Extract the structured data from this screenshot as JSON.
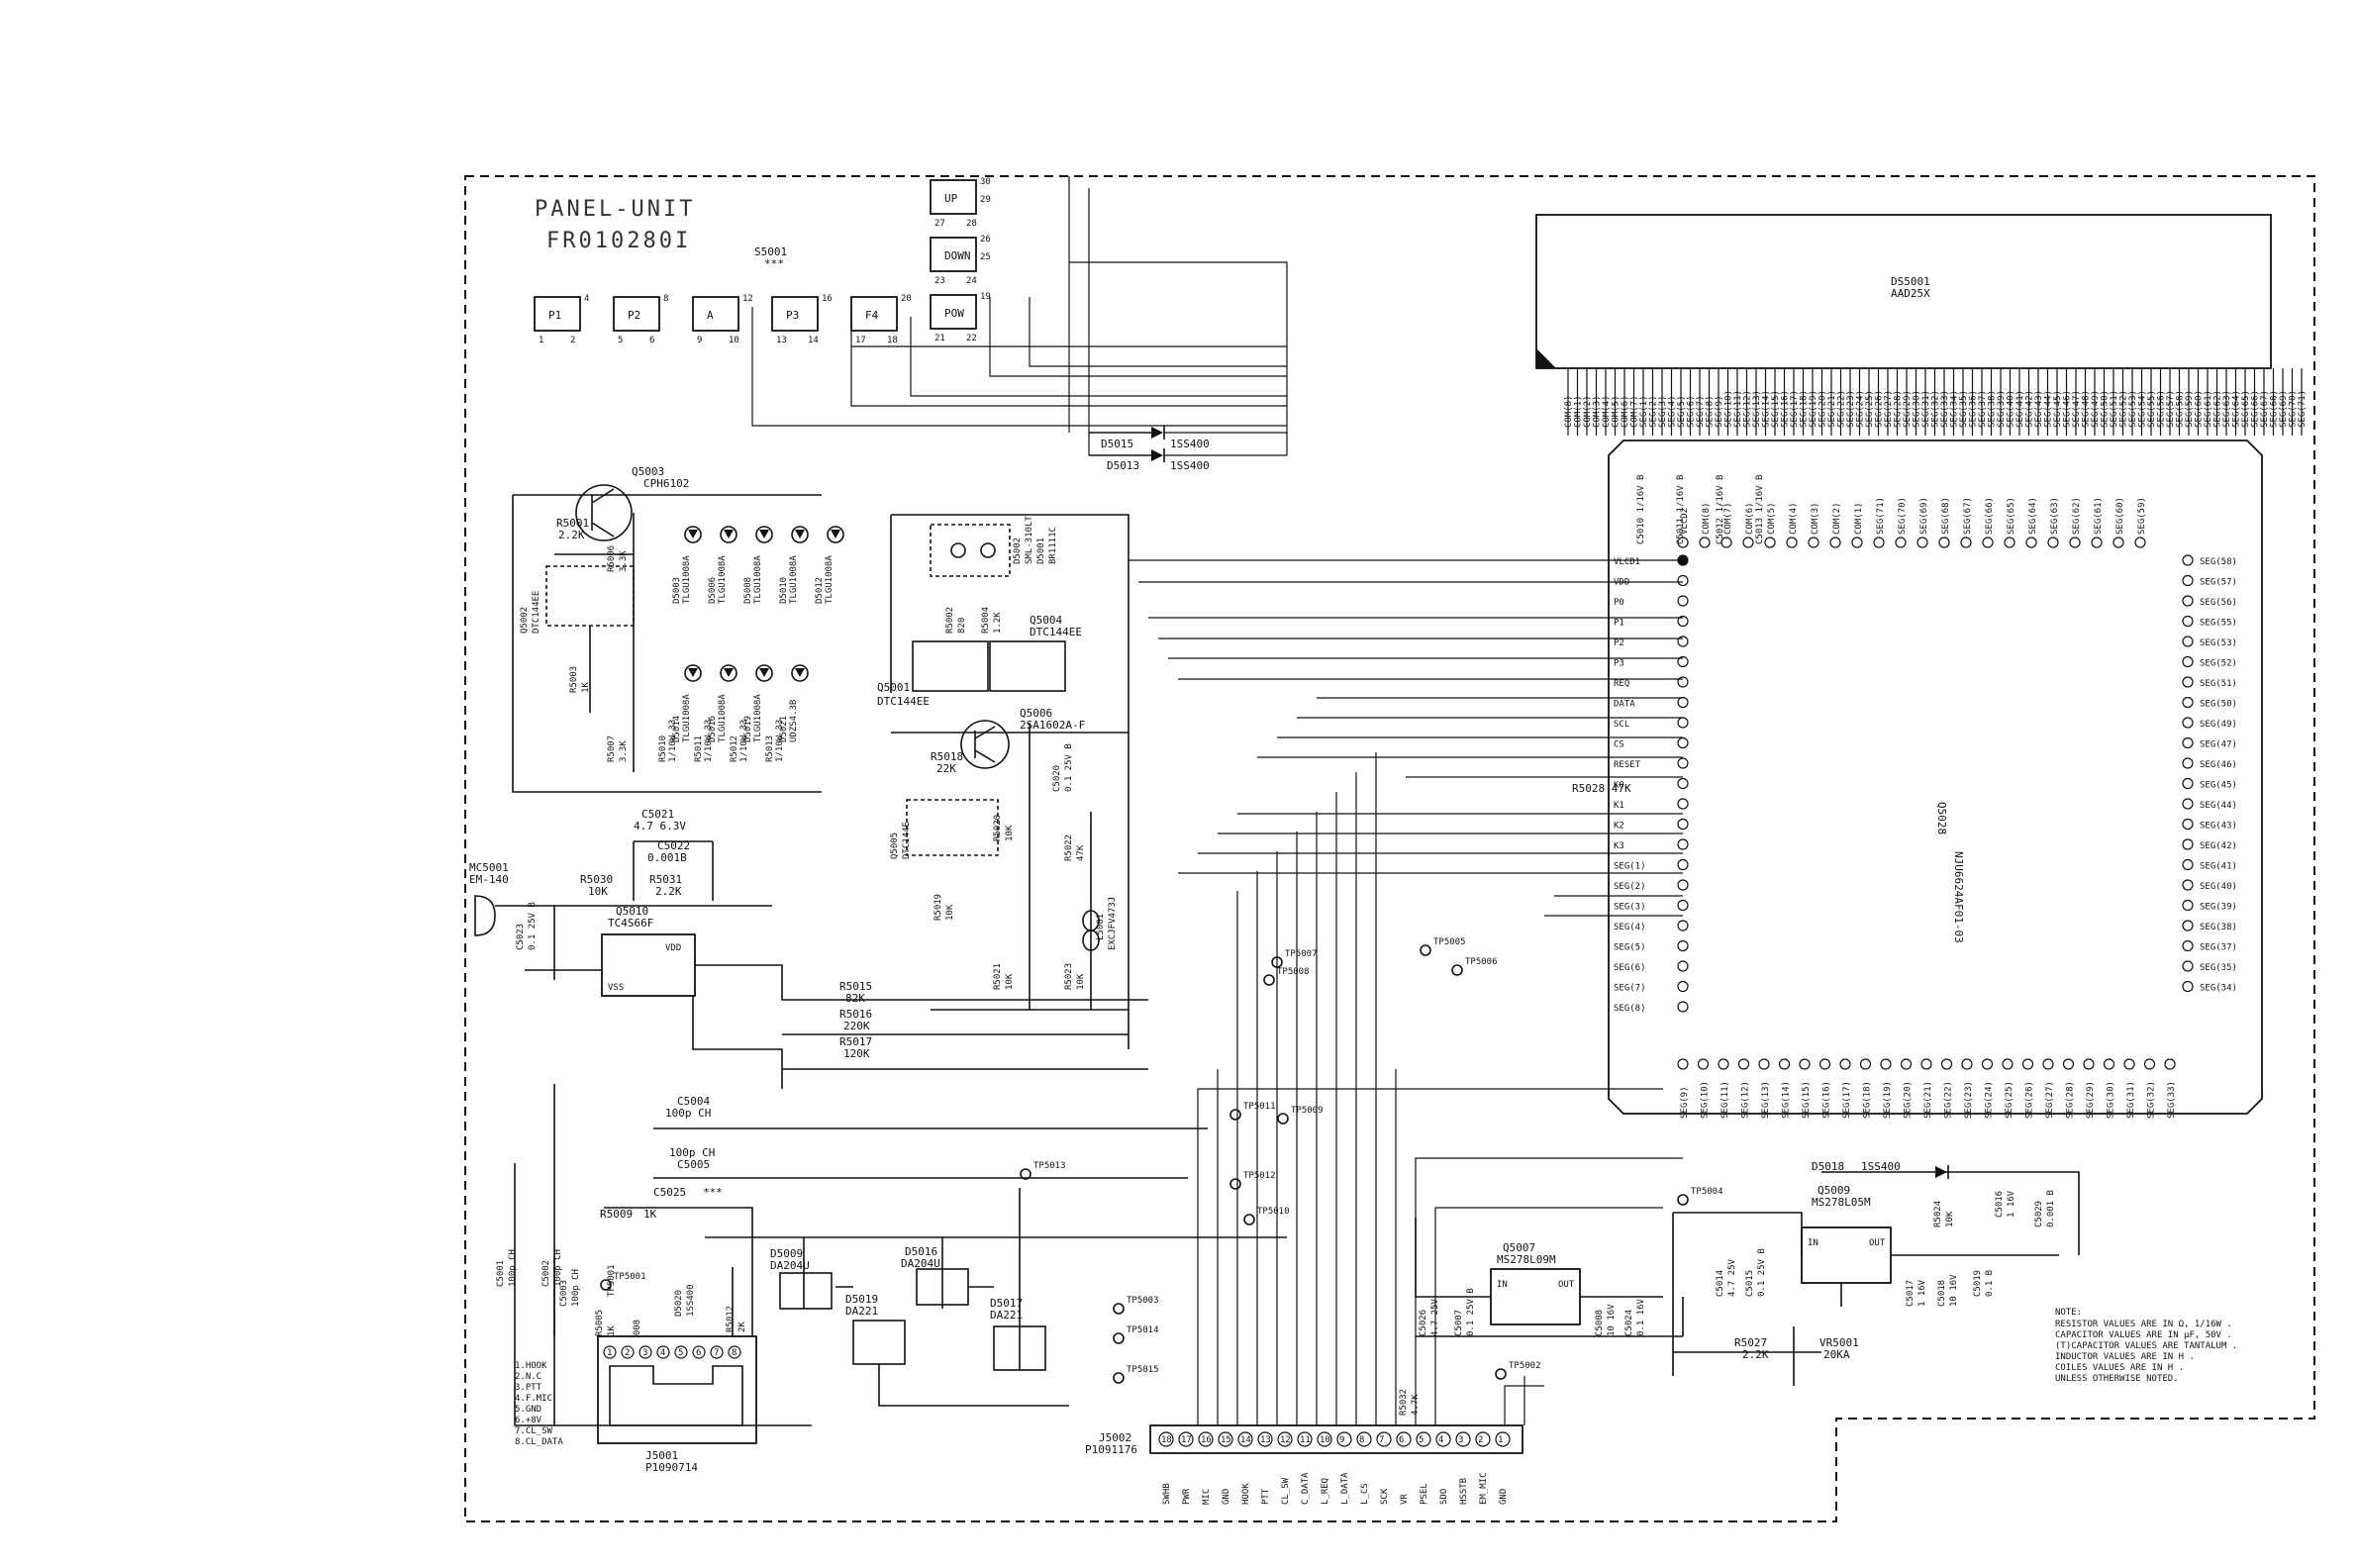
{
  "title": {
    "line1": "PANEL-UNIT",
    "line2": "FR010280I"
  },
  "switch_group": {
    "ref": "S5001",
    "stars": "***"
  },
  "keys": [
    {
      "label": "P1",
      "pins": [
        "1",
        "2",
        "4"
      ]
    },
    {
      "label": "P2",
      "pins": [
        "5",
        "6",
        "8"
      ]
    },
    {
      "label": "A",
      "pins": [
        "9",
        "10",
        "12"
      ]
    },
    {
      "label": "P3",
      "pins": [
        "13",
        "14",
        "16"
      ]
    },
    {
      "label": "F4",
      "pins": [
        "17",
        "18",
        "20"
      ]
    },
    {
      "label": "UP",
      "pins": [
        "27",
        "28",
        "30",
        "29"
      ]
    },
    {
      "label": "DOWN",
      "pins": [
        "23",
        "24",
        "26",
        "25"
      ]
    },
    {
      "label": "POW",
      "pins": [
        "21",
        "22",
        "19"
      ]
    }
  ],
  "display": {
    "ref": "DS5001",
    "part": "AAD25X",
    "com_pins": [
      "COM(8)",
      "COM(1)",
      "COM(2)",
      "COM(3)",
      "COM(4)",
      "COM(5)",
      "COM(6)",
      "COM(7)"
    ],
    "seg_pins": [
      "SEG(1)",
      "SEG(2)",
      "SEG(3)",
      "SEG(4)",
      "SEG(5)",
      "SEG(6)",
      "SEG(7)",
      "SEG(8)",
      "SEG(9)",
      "SEG(10)",
      "SEG(11)",
      "SEG(12)",
      "SEG(13)",
      "SEG(14)",
      "SEG(15)",
      "SEG(16)",
      "SEG(17)",
      "SEG(18)",
      "SEG(19)",
      "SEG(20)",
      "SEG(21)",
      "SEG(22)",
      "SEG(23)",
      "SEG(24)",
      "SEG(25)",
      "SEG(26)",
      "SEG(27)",
      "SEG(28)",
      "SEG(29)",
      "SEG(30)",
      "SEG(31)",
      "SEG(32)",
      "SEG(33)",
      "SEG(34)",
      "SEG(35)",
      "SEG(36)",
      "SEG(37)",
      "SEG(38)",
      "SEG(39)",
      "SEG(40)",
      "SEG(41)",
      "SEG(42)",
      "SEG(43)",
      "SEG(44)",
      "SEG(45)",
      "SEG(46)",
      "SEG(47)",
      "SEG(48)",
      "SEG(49)",
      "SEG(50)",
      "SEG(51)",
      "SEG(52)",
      "SEG(53)",
      "SEG(54)",
      "SEG(55)",
      "SEG(56)",
      "SEG(57)",
      "SEG(58)",
      "SEG(59)",
      "SEG(60)",
      "SEG(61)",
      "SEG(62)",
      "SEG(63)",
      "SEG(64)",
      "SEG(65)",
      "SEG(66)",
      "SEG(67)",
      "SEG(68)",
      "SEG(69)",
      "SEG(70)",
      "SEG(71)"
    ]
  },
  "ic_lcd": {
    "ref": "Q5028",
    "part": "NJU6624AF01-03",
    "left_pins": [
      "VLCD1",
      "VDD",
      "P0",
      "P1",
      "P2",
      "P3",
      "REQ",
      "DATA",
      "SCL",
      "CS",
      "RESET",
      "K0",
      "K1",
      "K2",
      "K3",
      "SEG(1)",
      "SEG(2)",
      "SEG(3)",
      "SEG(4)",
      "SEG(5)",
      "SEG(6)",
      "SEG(7)",
      "SEG(8)"
    ],
    "right_pins": [
      "SEG(58)",
      "SEG(57)",
      "SEG(56)",
      "SEG(55)",
      "SEG(53)",
      "SEG(52)",
      "SEG(51)",
      "SEG(50)",
      "SEG(49)",
      "SEG(47)",
      "SEG(46)",
      "SEG(45)",
      "SEG(44)",
      "SEG(43)",
      "SEG(42)",
      "SEG(41)",
      "SEG(40)",
      "SEG(39)",
      "SEG(38)",
      "SEG(37)",
      "SEG(35)",
      "SEG(34)"
    ],
    "top_pins": [
      "VLCD2",
      "COM(8)",
      "COM(7)",
      "COM(6)",
      "COM(5)",
      "COM(4)",
      "COM(3)",
      "COM(2)",
      "COM(1)",
      "SEG(71)",
      "SEG(70)",
      "SEG(69)",
      "SEG(68)",
      "SEG(67)",
      "SEG(66)",
      "SEG(65)",
      "SEG(64)",
      "SEG(63)",
      "SEG(62)",
      "SEG(61)",
      "SEG(60)",
      "SEG(59)"
    ],
    "bottom_pins": [
      "SEG(9)",
      "SEG(10)",
      "SEG(11)",
      "SEG(12)",
      "SEG(13)",
      "SEG(14)",
      "SEG(15)",
      "SEG(16)",
      "SEG(17)",
      "SEG(18)",
      "SEG(19)",
      "SEG(20)",
      "SEG(21)",
      "SEG(22)",
      "SEG(23)",
      "SEG(24)",
      "SEG(25)",
      "SEG(26)",
      "SEG(27)",
      "SEG(28)",
      "SEG(29)",
      "SEG(30)",
      "SEG(31)",
      "SEG(32)",
      "SEG(33)"
    ],
    "left_pin_labels": [
      "VLCD1",
      "VDD",
      "P0",
      "P1",
      "P2",
      "P3",
      "REQ",
      "DATA",
      "SCL",
      "CS",
      "RESET",
      "K0",
      "K1",
      "K2",
      "K3",
      "SEG(1)",
      "SEG(2)"
    ],
    "reset_resistor": "R5028 47K"
  },
  "caps_top": [
    "C5010 1/16V B",
    "C5011 1/16V B",
    "C5012 1/16V B",
    "C5013 1/16V B"
  ],
  "diodes": [
    {
      "ref": "D5015",
      "part": "1SS400"
    },
    {
      "ref": "D5013",
      "part": "1SS400"
    },
    {
      "ref": "D5018",
      "part": "1SS400"
    }
  ],
  "backlight": {
    "q5003": {
      "ref": "Q5003",
      "part": "CPH6102"
    },
    "r5001": {
      "ref": "R5001",
      "value": "2.2K"
    },
    "r5006": {
      "ref": "R5006",
      "value": "3.3K"
    },
    "r5003": {
      "ref": "R5003",
      "value": "1K"
    },
    "r5007": {
      "ref": "R5007",
      "value": "3.3K"
    },
    "q5002": {
      "ref": "Q5002",
      "part": "DTC144EE"
    },
    "leds": [
      {
        "ref": "D5003",
        "part": "TLGU1008A"
      },
      {
        "ref": "D5006",
        "part": "TLGU1008A"
      },
      {
        "ref": "D5008",
        "part": "TLGU1008A"
      },
      {
        "ref": "D5010",
        "part": "TLGU1008A"
      },
      {
        "ref": "D5012",
        "part": "TLGU1008A"
      },
      {
        "ref": "D5014",
        "part": "TLGU1008A"
      },
      {
        "ref": "D5016",
        "part": "TLGU1008A"
      },
      {
        "ref": "D5019",
        "part": "TLGU1008A"
      },
      {
        "ref": "D5021",
        "part": "UDZS4.3B"
      }
    ],
    "resistors": [
      {
        "ref": "R5010",
        "value": "1/10W 33"
      },
      {
        "ref": "R5011",
        "value": "1/10W 33"
      },
      {
        "ref": "R5012",
        "value": "1/10W 33"
      },
      {
        "ref": "R5013",
        "value": "1/10W 33"
      }
    ]
  },
  "tx_led": {
    "d5002": {
      "ref": "D5002",
      "part": "SML-310LT"
    },
    "d5001": {
      "ref": "D5001",
      "part": "BR1111C"
    },
    "r5002": {
      "ref": "R5002",
      "value": "820"
    },
    "r5004": {
      "ref": "R5004",
      "value": "1.2K"
    },
    "q5001": {
      "ref": "Q5001",
      "part": "DTC144EE"
    },
    "q5004": {
      "ref": "Q5004",
      "part": "DTC144EE"
    },
    "q5006": {
      "ref": "Q5006",
      "part": "2SA1602A-F"
    },
    "r5018": {
      "ref": "R5018",
      "value": "22K"
    },
    "q5005": {
      "ref": "Q5005",
      "part": "DTC144E"
    },
    "r5019": {
      "ref": "R5019",
      "value": "10K"
    },
    "r5020": {
      "ref": "R5020",
      "value": "10K"
    },
    "c5020": {
      "ref": "C5020",
      "value": "0.1 25V B"
    },
    "r5022": {
      "ref": "R5022",
      "value": "47K"
    },
    "r5021": {
      "ref": "R5021",
      "value": "10K"
    },
    "r5023": {
      "ref": "R5023",
      "value": "10K"
    },
    "l5001": {
      "ref": "L5001",
      "part": "EXCJFV473J"
    }
  },
  "mic": {
    "mc5001": {
      "ref": "MC5001",
      "part": "EM-140"
    },
    "c5023": {
      "ref": "C5023",
      "value": "0.1 25V B"
    },
    "r5030": {
      "ref": "R5030",
      "value": "10K"
    },
    "r5031": {
      "ref": "R5031",
      "value": "2.2K"
    },
    "c5021": {
      "ref": "C5021",
      "value": "4.7 6.3V"
    },
    "c5022": {
      "ref": "C5022",
      "value": "0.001B"
    },
    "q5010": {
      "ref": "Q5010",
      "part": "TC4S66F"
    },
    "vdd": "VDD",
    "vss": "VSS",
    "r5015": {
      "ref": "R5015",
      "value": "82K"
    },
    "r5016": {
      "ref": "R5016",
      "value": "220K"
    },
    "r5017": {
      "ref": "R5017",
      "value": "120K"
    }
  },
  "lower": {
    "c5004": {
      "ref": "C5004",
      "value": "100p CH"
    },
    "c5005": {
      "ref": "C5005",
      "value": "100p CH"
    },
    "c5025": {
      "ref": "C5025",
      "value": "***"
    },
    "r5009": {
      "ref": "R5009",
      "value": "1K"
    },
    "c5001": {
      "ref": "C5001",
      "value": "100p CH"
    },
    "c5002": {
      "ref": "C5002",
      "value": "100p CH"
    },
    "c5003": {
      "ref": "C5003",
      "value": "100p CH"
    },
    "r5005": {
      "ref": "R5005",
      "value": "1K"
    },
    "r5008": {
      "ref": "R5008",
      "value": "1K"
    },
    "tp5001": "TP5001",
    "d5020": {
      "ref": "D5020",
      "part": "1SS400"
    },
    "r5012b": {
      "ref": "R5012",
      "value": "2K"
    },
    "d5009": {
      "ref": "D5009",
      "part": "DA204U"
    },
    "d5016b": {
      "ref": "D5016",
      "part": "DA204U"
    },
    "d5019b": {
      "ref": "D5019",
      "part": "DA221"
    },
    "d5017": {
      "ref": "D5017",
      "part": "DA221"
    },
    "j5001": {
      "ref": "J5001",
      "part": "P1090714"
    },
    "j5001_pins": [
      "1.HOOK",
      "2.N.C",
      "3.PTT",
      "4.F.MIC",
      "5.GND",
      "6.+8V",
      "7.CL_SW",
      "8.CL_DATA"
    ]
  },
  "test_points": [
    "TP5001",
    "TP5002",
    "TP5003",
    "TP5004",
    "TP5005",
    "TP5006",
    "TP5007",
    "TP5008",
    "TP5009",
    "TP5010",
    "TP5011",
    "TP5012",
    "TP5013",
    "TP5014",
    "TP5015"
  ],
  "j5002": {
    "ref": "J5002",
    "part": "P1091176",
    "pins": [
      "SWHB",
      "PWR",
      "MIC",
      "GND",
      "HOOK",
      "PTT",
      "CL_SW",
      "C_DATA",
      "L_REQ",
      "L_DATA",
      "L_CS",
      "SCK",
      "VR",
      "PSEL",
      "SDO",
      "HSSTB",
      "EM_MIC",
      "GND"
    ],
    "numbers": [
      "18",
      "17",
      "16",
      "15",
      "14",
      "13",
      "12",
      "11",
      "10",
      "9",
      "8",
      "7",
      "6",
      "5",
      "4",
      "3",
      "2",
      "1"
    ],
    "r5032": {
      "ref": "R5032",
      "value": "4.7K"
    }
  },
  "regulators": {
    "q5007": {
      "ref": "Q5007",
      "part": "MS278L09M"
    },
    "q5009": {
      "ref": "Q5009",
      "part": "MS278L05M"
    },
    "pins": [
      "IN",
      "OUT"
    ],
    "c5026": {
      "ref": "C5026",
      "value": "4.7 25V"
    },
    "c5007": {
      "ref": "C5007",
      "value": "0.1 25V B"
    },
    "c5008": {
      "ref": "C5008",
      "value": "10 16V"
    },
    "c5024": {
      "ref": "C5024",
      "value": "0.1 16V"
    },
    "c5014": {
      "ref": "C5014",
      "value": "4.7 25V"
    },
    "c5015": {
      "ref": "C5015",
      "value": "0.1 25V B"
    },
    "c5017": {
      "ref": "C5017",
      "value": "1 16V"
    },
    "c5018": {
      "ref": "C5018",
      "value": "10 16V"
    },
    "c5019": {
      "ref": "C5019",
      "value": "0.1 B"
    },
    "r5024": {
      "ref": "R5024",
      "value": "10K"
    },
    "c5016": {
      "ref": "C5016",
      "value": "1 16V"
    },
    "c5029": {
      "ref": "C5029",
      "value": "0.001 B"
    },
    "r5027": {
      "ref": "R5027",
      "value": "2.2K"
    },
    "vr5001": {
      "ref": "VR5001",
      "value": "20KA"
    }
  },
  "note": {
    "title": "NOTE:",
    "lines": [
      "RESISTOR VALUES ARE IN Ω, 1/16W .",
      "CAPACITOR VALUES ARE IN μF, 50V .",
      "(T)CAPACITOR VALUES ARE TANTALUM .",
      "INDUCTOR VALUES ARE IN H .",
      "COILES VALUES ARE IN H .",
      "UNLESS OTHERWISE NOTED."
    ]
  },
  "colors": {
    "ink": "#111111",
    "background": "#ffffff"
  }
}
